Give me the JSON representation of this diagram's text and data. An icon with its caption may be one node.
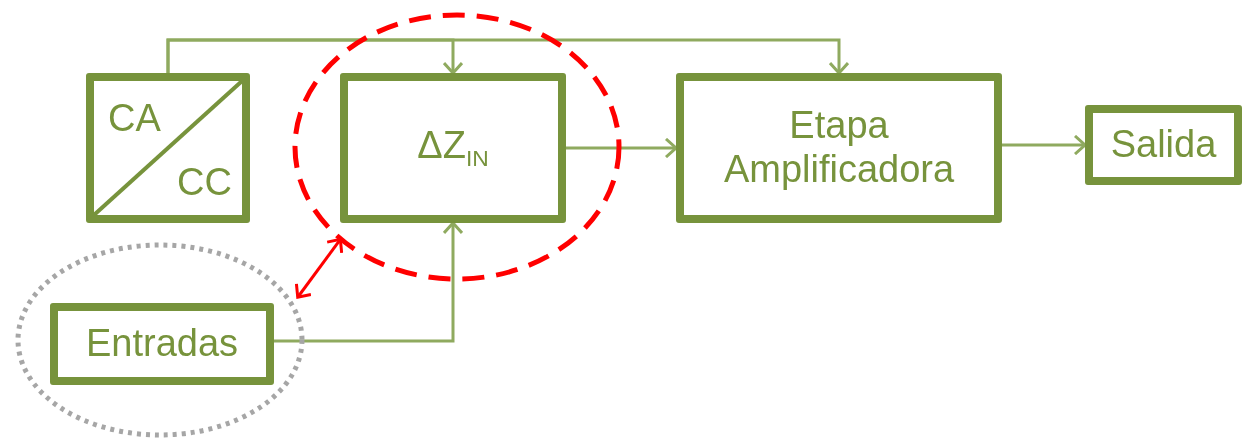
{
  "diagram": {
    "nodes": [
      {
        "text": [
          "CA",
          "CC"
        ]
      },
      {
        "text": [],
        "shape": "ellipse"
      },
      {
        "text": [
          "ΔZ$_{IN}$"
        ],
        "in": 1
      },
      {
        "text": [
          "Etapa Amplificadora"
        ]
      },
      {
        "text": [
          "Salida"
        ]
      },
      {
        "text": [],
        "shape": "ellipse"
      },
      {
        "text": [
          "Entradas"
        ],
        "in": 5
      }
    ],
    "edges": [
      {
        "from": 0,
        "to": 2,
        "arrow": "to"
      },
      {
        "from": 0,
        "to": 3,
        "arrow": "to"
      },
      {
        "from": 2,
        "to": 3,
        "arrow": "to"
      },
      {
        "from": 3,
        "to": 4,
        "arrow": "to"
      },
      {
        "from": 6,
        "to": 2,
        "arrow": "to"
      },
      {
        "from": 5,
        "to": 1,
        "arrow": "both",
        "color": "#ff0000"
      }
    ]
  }
}
